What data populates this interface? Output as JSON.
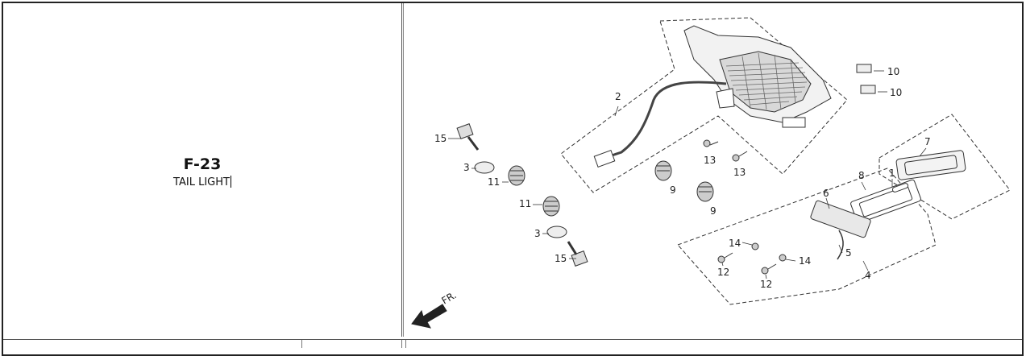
{
  "section": {
    "code": "F-23",
    "name": "TAIL LIGHT"
  },
  "direction_label": "FR.",
  "callouts": [
    "15",
    "3",
    "11",
    "11",
    "3",
    "15",
    "2",
    "13",
    "13",
    "9",
    "9",
    "10",
    "10",
    "7",
    "8",
    "1",
    "6",
    "5",
    "4",
    "14",
    "14",
    "12",
    "12"
  ]
}
